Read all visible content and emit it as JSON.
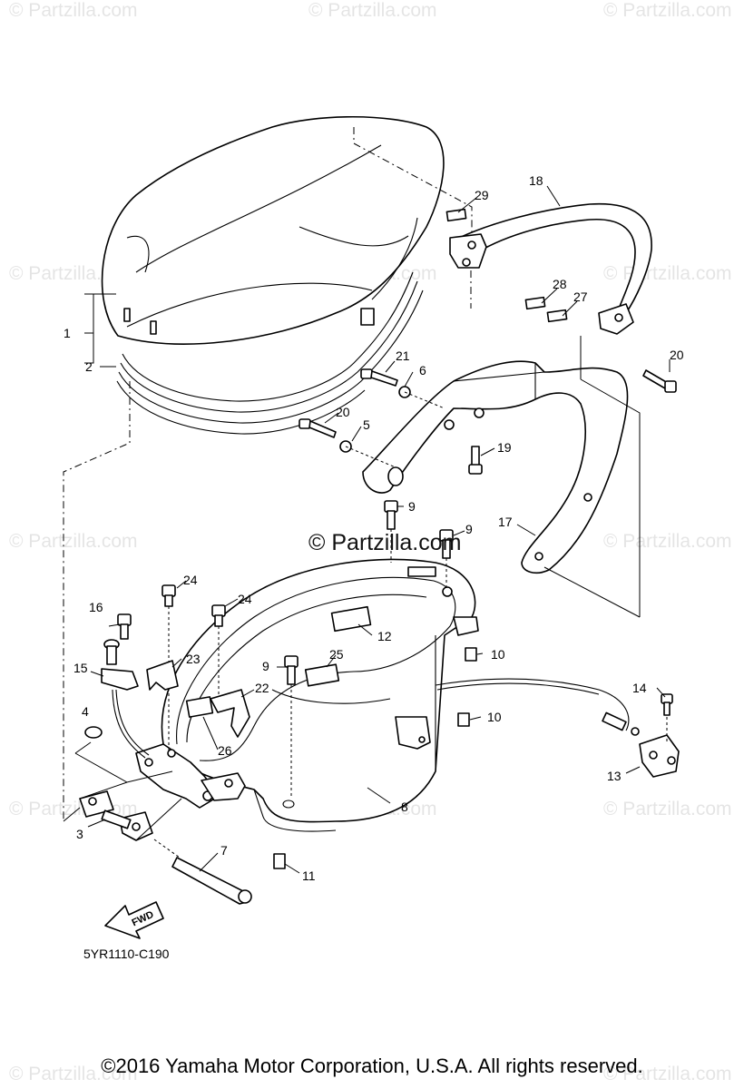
{
  "watermark": {
    "text": "© Partzilla.com",
    "center_text": "© Partzilla.com"
  },
  "callouts": {
    "c1": "1",
    "c2": "2",
    "c3": "3",
    "c4": "4",
    "c5": "5",
    "c6": "6",
    "c7": "7",
    "c8": "8",
    "c9a": "9",
    "c9b": "9",
    "c9c": "9",
    "c10a": "10",
    "c10b": "10",
    "c11": "11",
    "c12": "12",
    "c13": "13",
    "c14": "14",
    "c15": "15",
    "c16": "16",
    "c17": "17",
    "c18": "18",
    "c19": "19",
    "c20a": "20",
    "c20b": "20",
    "c21": "21",
    "c22": "22",
    "c23": "23",
    "c24a": "24",
    "c24b": "24",
    "c25": "25",
    "c26": "26",
    "c27": "27",
    "c28": "28",
    "c29": "29"
  },
  "fwd_label": "FWD",
  "diagram_code": "5YR1110-C190",
  "copyright": "©2016  Yamaha Motor Corporation, U.S.A. All rights reserved."
}
